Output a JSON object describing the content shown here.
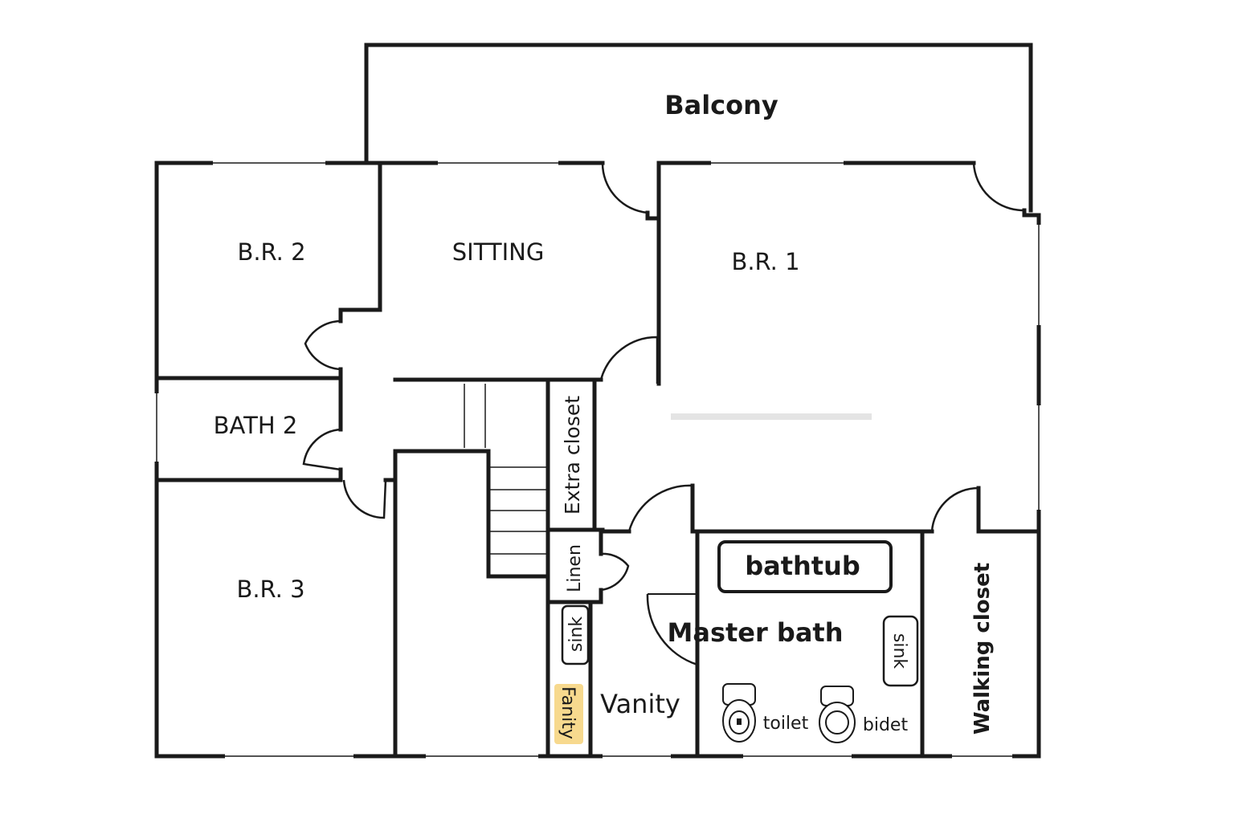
{
  "rooms": {
    "balcony": "Balcony",
    "br2": "B.R. 2",
    "sitting": "SITTING",
    "br1": "B.R. 1",
    "bath2": "BATH 2",
    "br3": "B.R. 3",
    "extra_closet": "Extra closet",
    "linen": "Linen",
    "sink_left": "sink",
    "vanity_small": "Fanity",
    "vanity": "Vanity",
    "bathtub": "bathtub",
    "master_bath": "Master bath",
    "sink_right": "sink",
    "toilet": "toilet",
    "bidet": "bidet",
    "walking_closet": "Walking closet"
  },
  "colors": {
    "wall": "#1a1a1a",
    "highlight": "#f6d27a",
    "background": "#ffffff"
  }
}
